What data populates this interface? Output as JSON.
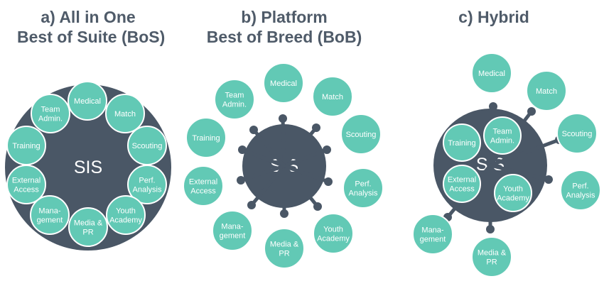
{
  "titles": {
    "a": [
      "a) All in One",
      "Best of Suite (BoS)"
    ],
    "b": [
      "b) Platform",
      "Best of Breed (BoB)"
    ],
    "c": [
      "c) Hybrid"
    ]
  },
  "hub_label": "SIS",
  "modules": {
    "medical": [
      "Medical"
    ],
    "match": [
      "Match"
    ],
    "scouting": [
      "Scouting"
    ],
    "perf_analysis": [
      "Perf.",
      "Analysis"
    ],
    "youth_academy": [
      "Youth",
      "Academy"
    ],
    "media_pr": [
      "Media &",
      "PR"
    ],
    "management": [
      "Mana-",
      "gement"
    ],
    "external_access": [
      "External",
      "Access"
    ],
    "training": [
      "Training"
    ],
    "team_admin": [
      "Team",
      "Admin."
    ]
  },
  "colors": {
    "hub": "#4a5766",
    "node": "#62c9b5",
    "heading": "#4f5b69"
  }
}
